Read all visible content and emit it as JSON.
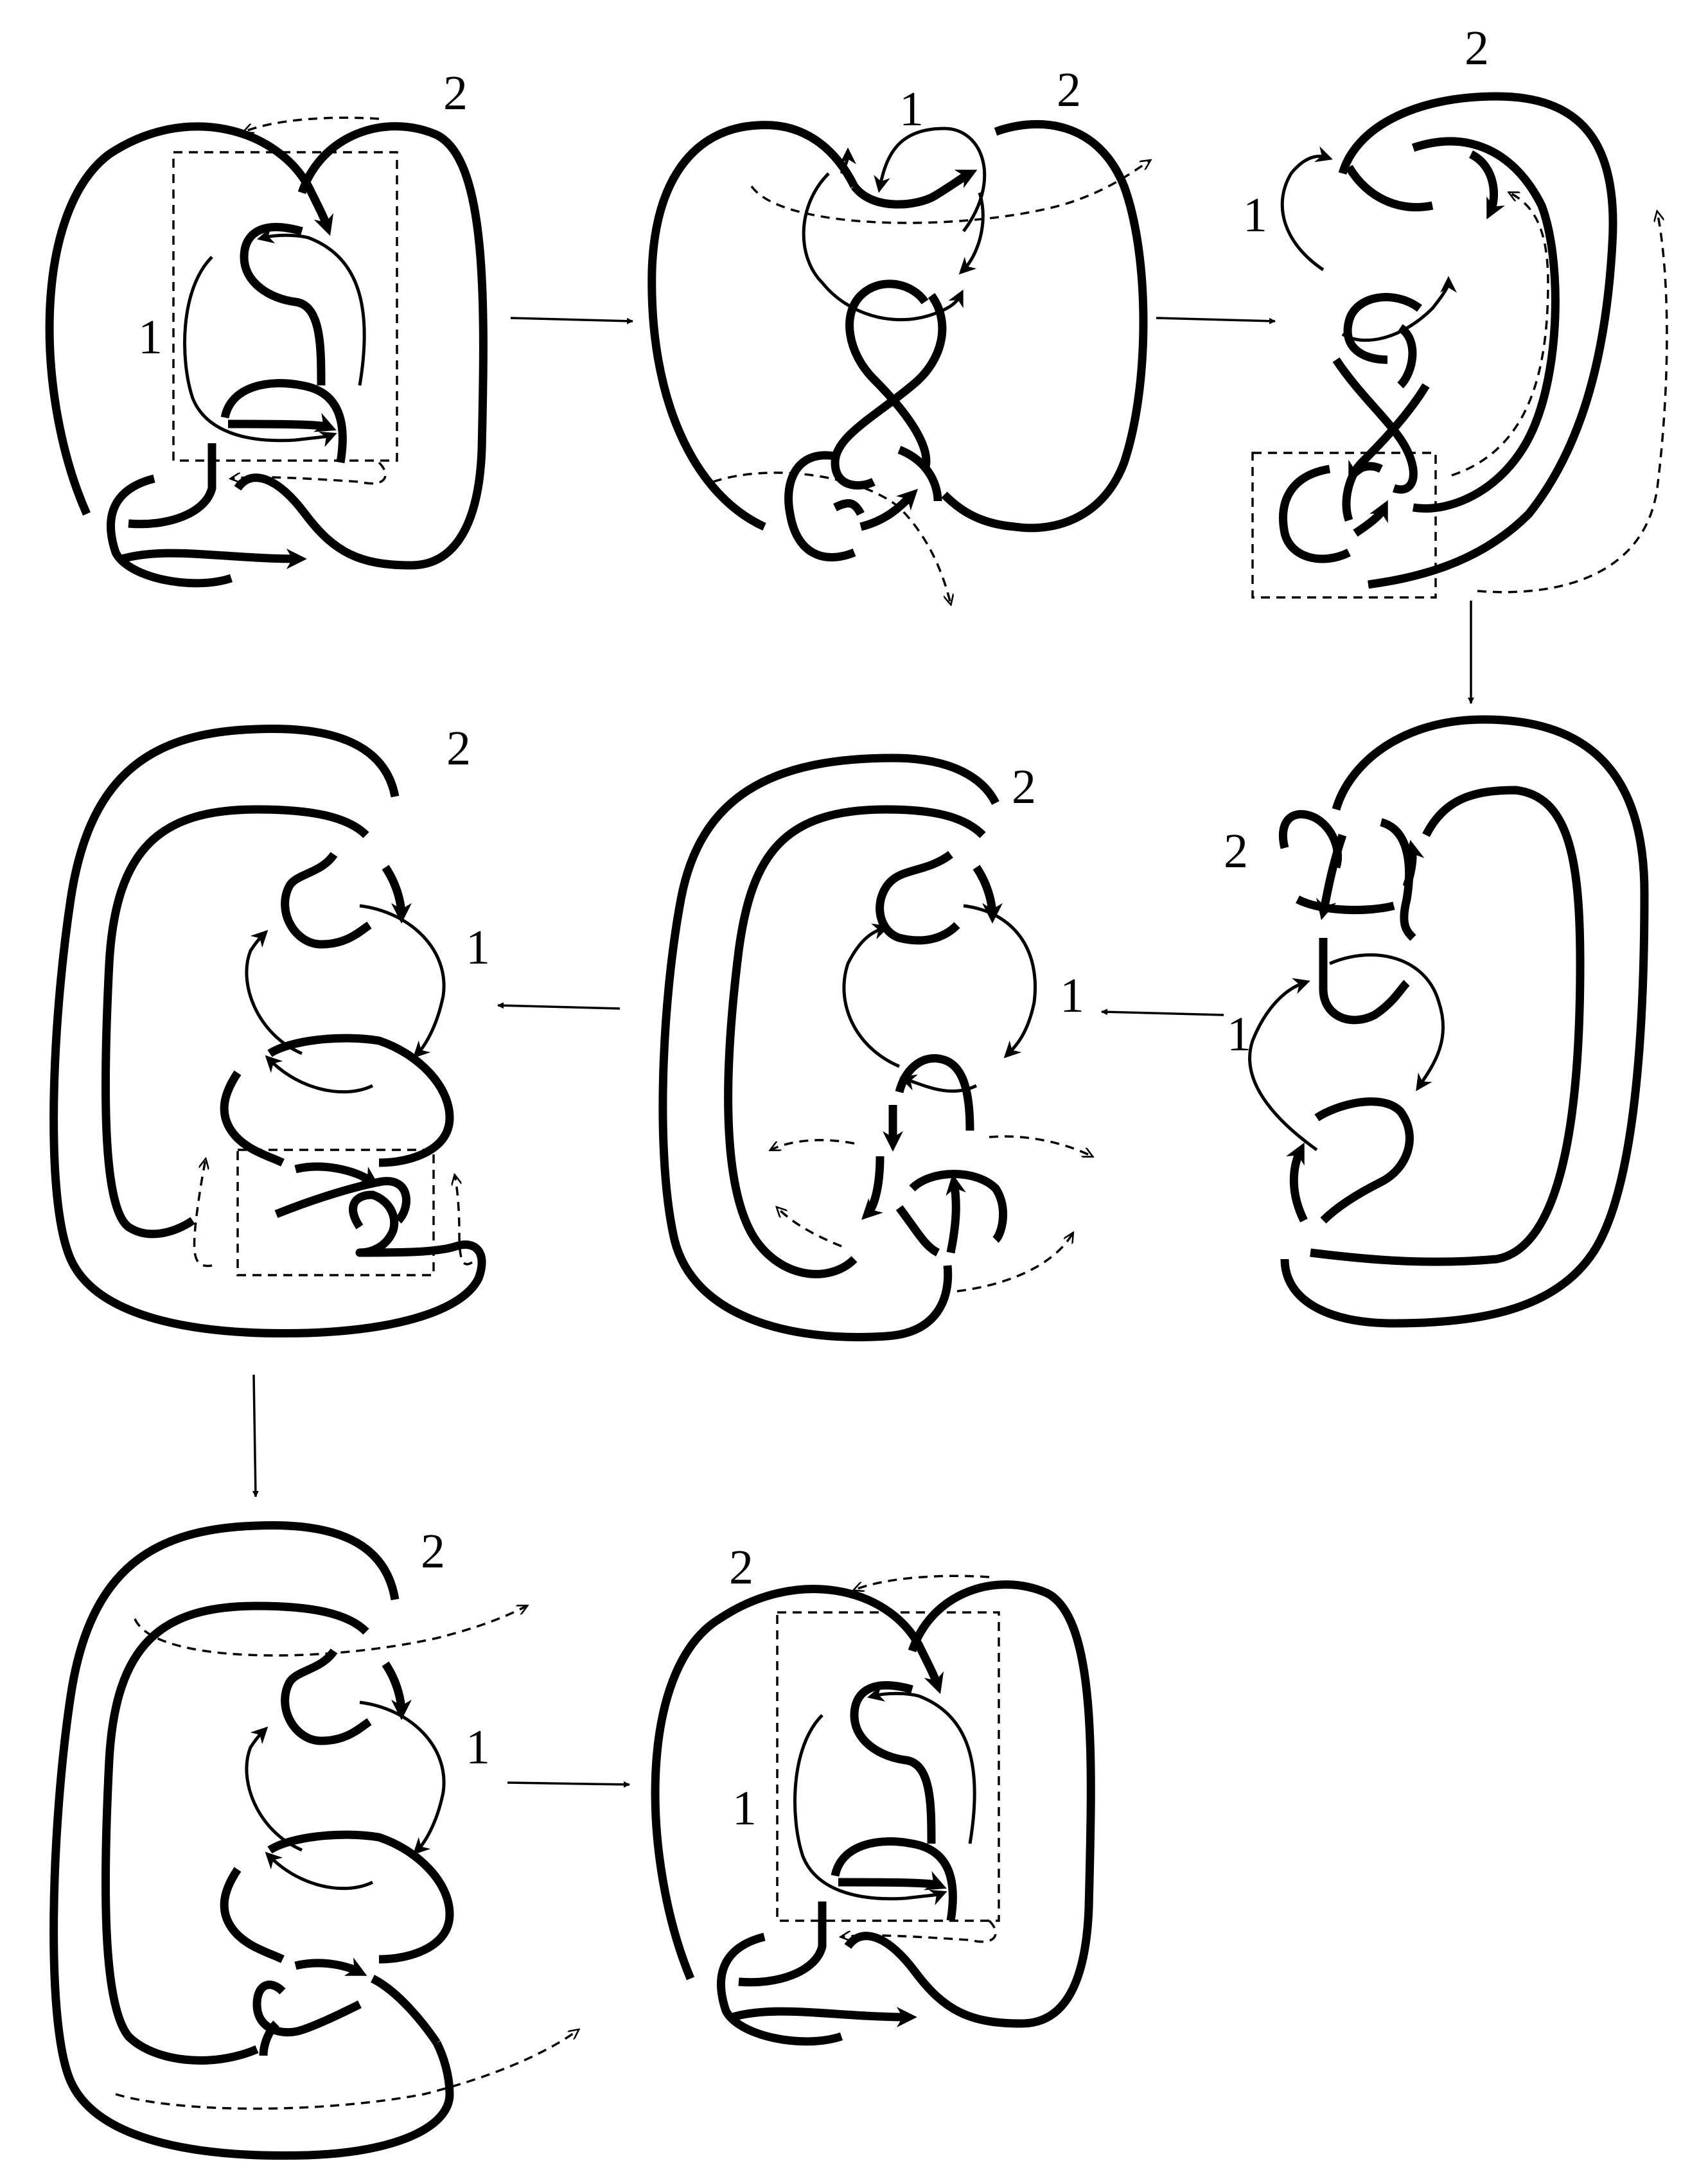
{
  "panels": [
    {
      "id": "panel-1",
      "labels": [
        "1",
        "2"
      ]
    },
    {
      "id": "panel-2",
      "labels": [
        "1",
        "2"
      ]
    },
    {
      "id": "panel-3",
      "labels": [
        "1",
        "2"
      ]
    },
    {
      "id": "panel-4",
      "labels": [
        "2",
        "1"
      ]
    },
    {
      "id": "panel-5",
      "labels": [
        "2",
        "1"
      ]
    },
    {
      "id": "panel-6",
      "labels": [
        "2",
        "1"
      ]
    },
    {
      "id": "panel-7",
      "labels": [
        "2",
        "1"
      ]
    },
    {
      "id": "panel-8",
      "labels": [
        "2",
        "1"
      ]
    }
  ]
}
